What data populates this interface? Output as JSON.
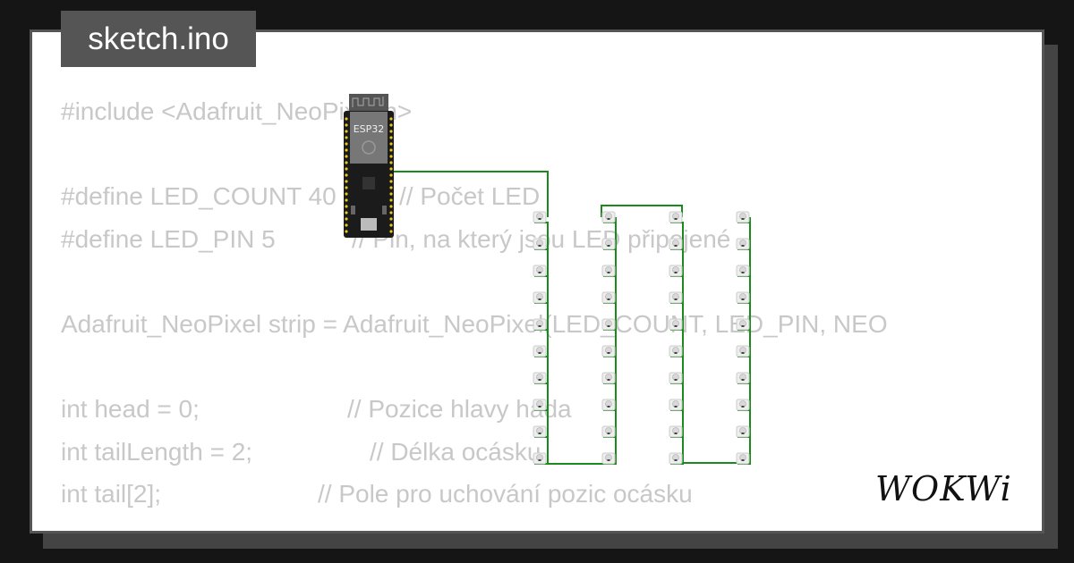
{
  "title": "sketch.ino",
  "code_lines": [
    {
      "code": "#include <Adafruit_NeoPixel.h>",
      "comment": ""
    },
    {
      "code": "",
      "comment": ""
    },
    {
      "code": "#define LED_COUNT 40",
      "comment": "// Počet LED"
    },
    {
      "code": "#define LED_PIN 5",
      "comment": "// Pin, na který jsou LED připojené"
    },
    {
      "code": "",
      "comment": ""
    },
    {
      "code": "Adafruit_NeoPixel strip = Adafruit_NeoPixel(LED_COUNT, LED_PIN, NEO",
      "comment": ""
    },
    {
      "code": "",
      "comment": ""
    },
    {
      "code": "int head = 0;",
      "comment": "// Pozice hlavy hada"
    },
    {
      "code": "int tailLength = 2;",
      "comment": "// Délka ocásku"
    },
    {
      "code": "int tail[2];",
      "comment": "// Pole pro uchování pozic ocásku"
    }
  ],
  "board": {
    "label": "ESP32"
  },
  "led_strip": {
    "columns": 4,
    "rows": 10,
    "wire_color": "#1a8a1a"
  },
  "logo": "WOKWi"
}
